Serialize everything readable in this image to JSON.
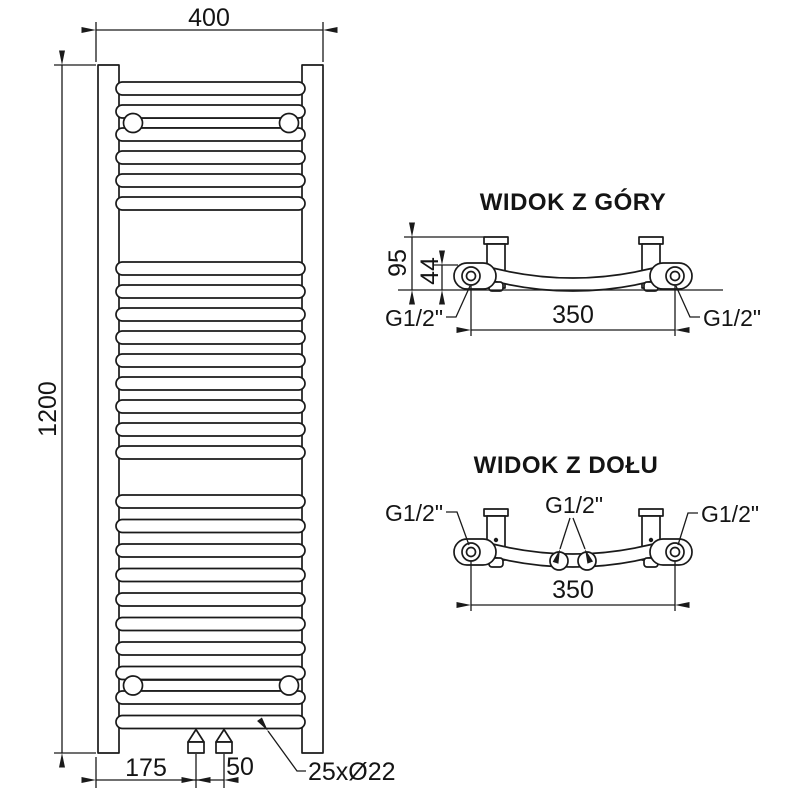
{
  "drawing": {
    "line_color": "#1a1a1a",
    "background": "#ffffff"
  },
  "front_view": {
    "width_label": "400",
    "height_label": "1200",
    "left_offset_label": "175",
    "valve_spacing_label": "50",
    "tube_count_label": "25xØ22",
    "rung_groups": [
      6,
      9,
      10
    ]
  },
  "top_view": {
    "title": "WIDOK Z GÓRY",
    "depth_label": "95",
    "offset_label": "44",
    "connection_spacing_label": "350",
    "thread_left": "G1/2\"",
    "thread_right": "G1/2\""
  },
  "bottom_view": {
    "title": "WIDOK Z DOŁU",
    "connection_spacing_label": "350",
    "thread_left": "G1/2\"",
    "thread_center": "G1/2\"",
    "thread_right": "G1/2\""
  }
}
